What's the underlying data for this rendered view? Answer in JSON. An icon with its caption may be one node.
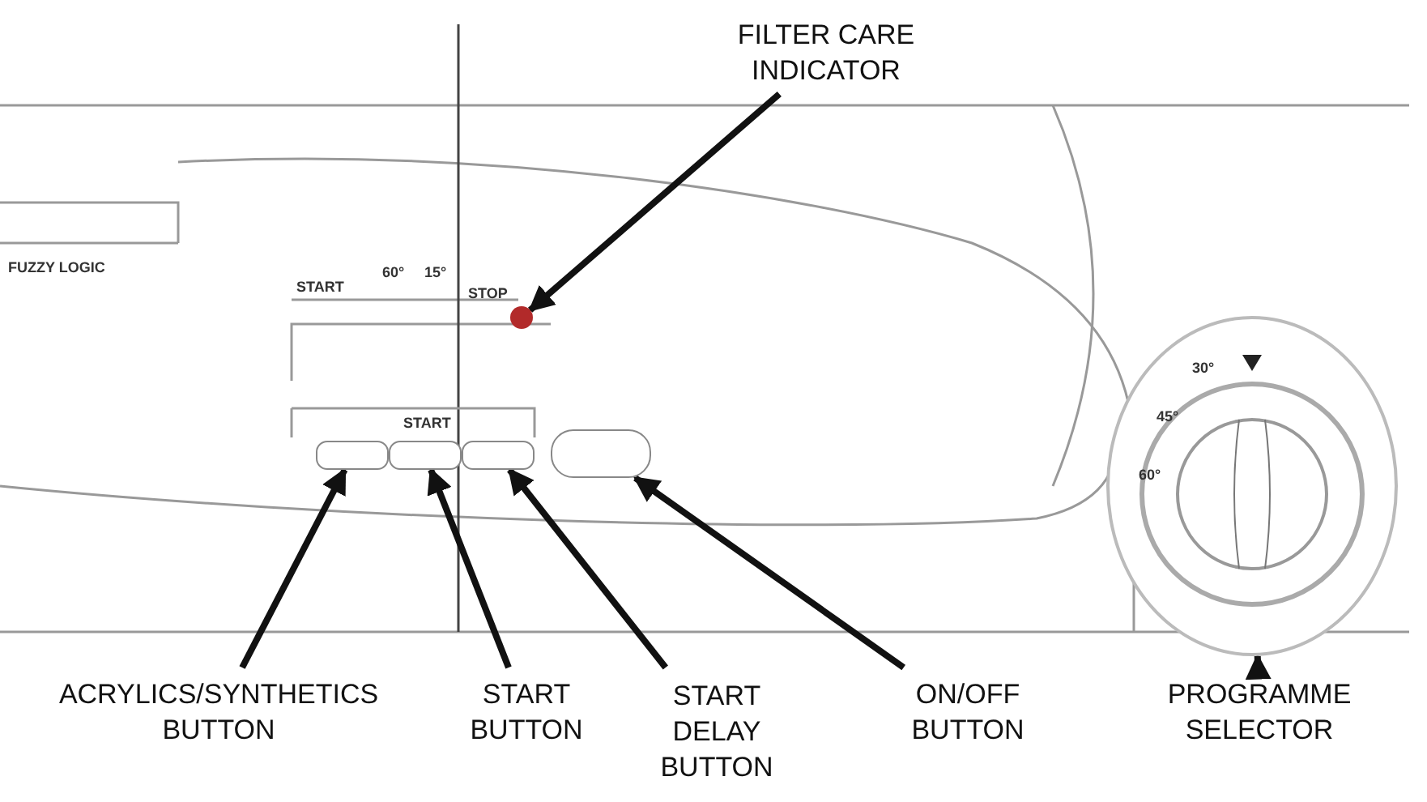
{
  "diagram": {
    "nodes": [
      {
        "text": [
          "FILTER CARE INDICATOR"
        ]
      },
      {
        "text": [],
        "shape": "circle"
      },
      {
        "text": [],
        "shape": "box"
      },
      {
        "text": [],
        "shape": "box"
      },
      {
        "text": [],
        "shape": "box"
      },
      {
        "text": [],
        "shape": "box"
      },
      {
        "text": [],
        "shape": "circle"
      },
      {
        "text": [
          "ACRYLICS/SYNTHETICS BUTTON"
        ]
      },
      {
        "text": [
          "START BUTTON"
        ]
      },
      {
        "text": [
          "START DELAY BUTTON"
        ]
      },
      {
        "text": [
          "ON/OFF BUTTON"
        ]
      },
      {
        "text": [
          "PROGRAMME SELECTOR"
        ]
      }
    ],
    "edges": [
      {
        "from": 0,
        "to": 1,
        "arrow": "to"
      },
      {
        "from": 7,
        "to": 2,
        "arrow": "to"
      },
      {
        "from": 8,
        "to": 3,
        "arrow": "to"
      },
      {
        "from": 9,
        "to": 4,
        "arrow": "to"
      },
      {
        "from": 10,
        "to": 5,
        "arrow": "to"
      },
      {
        "from": 11,
        "to": 6,
        "arrow": "to"
      }
    ],
    "labels": [
      "FUZZY LOGIC",
      "START",
      "60°",
      "15°",
      "STOP",
      "START",
      "30°",
      "45°",
      "60°"
    ]
  }
}
